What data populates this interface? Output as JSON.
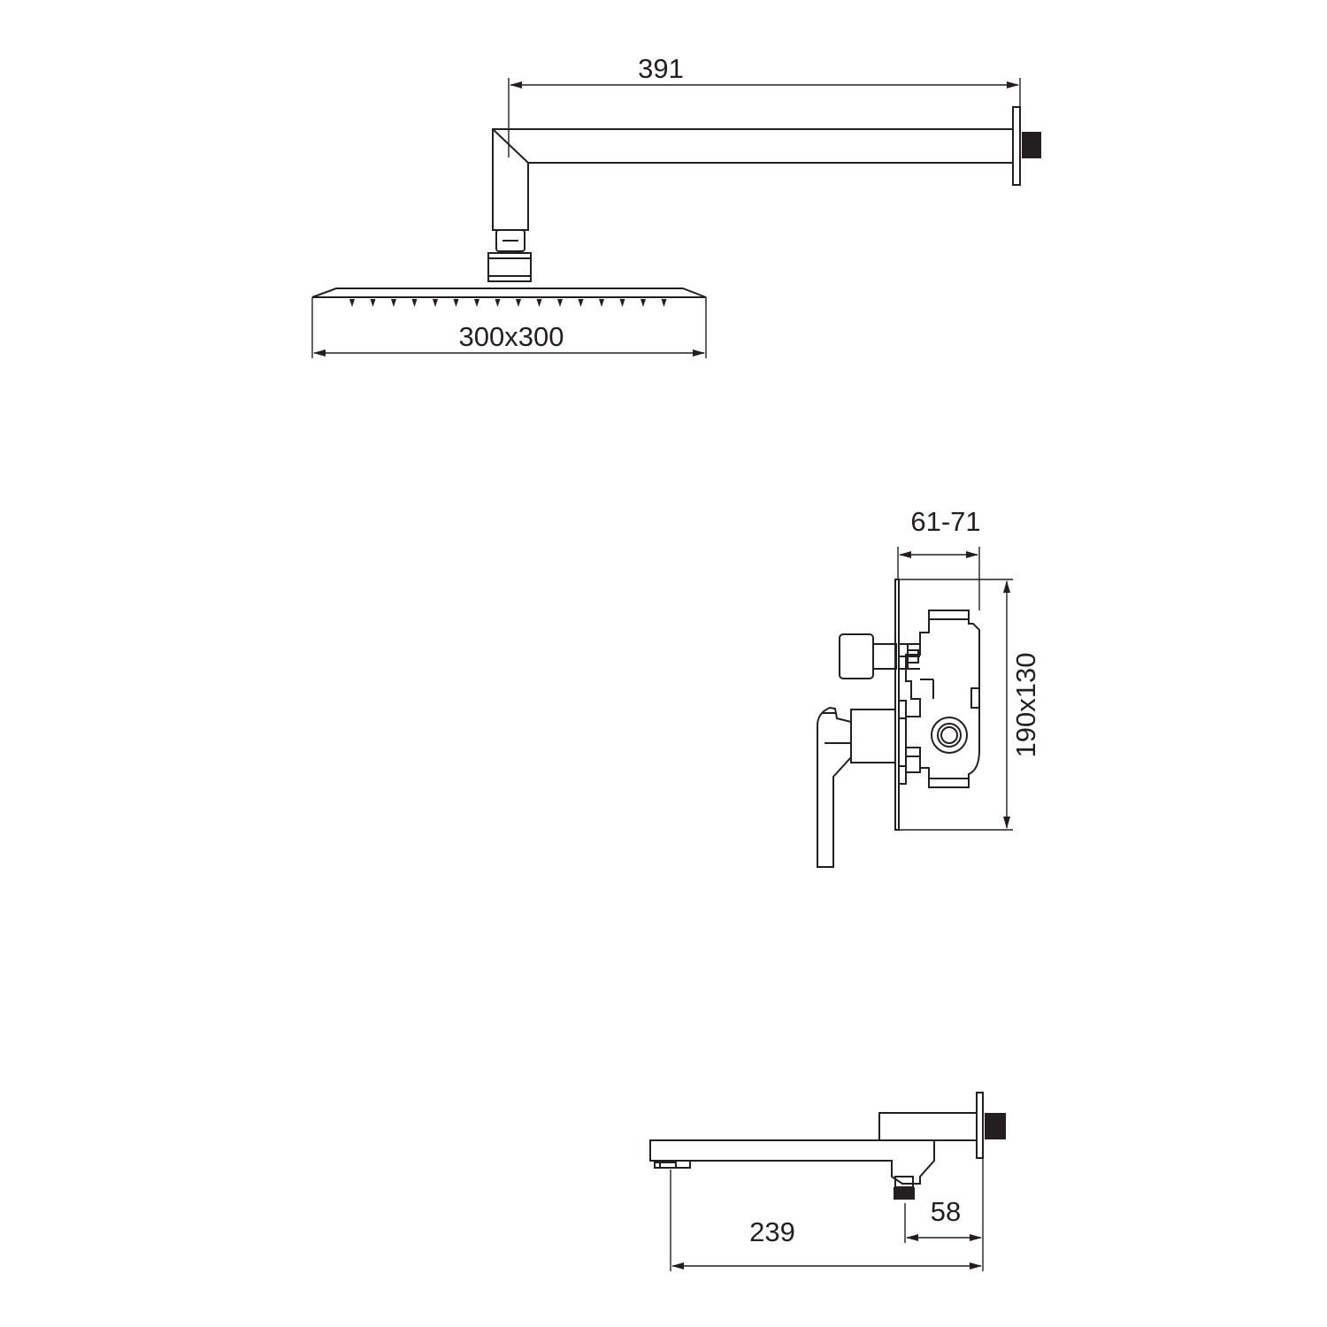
{
  "colors": {
    "line": "#231f20",
    "background": "#ffffff"
  },
  "dimensions": {
    "arm_length": "391",
    "head_size": "300x300",
    "mixer_depth": "61-71",
    "plate_size": "190x130",
    "spout_length": "239",
    "spout_outlet": "58"
  }
}
